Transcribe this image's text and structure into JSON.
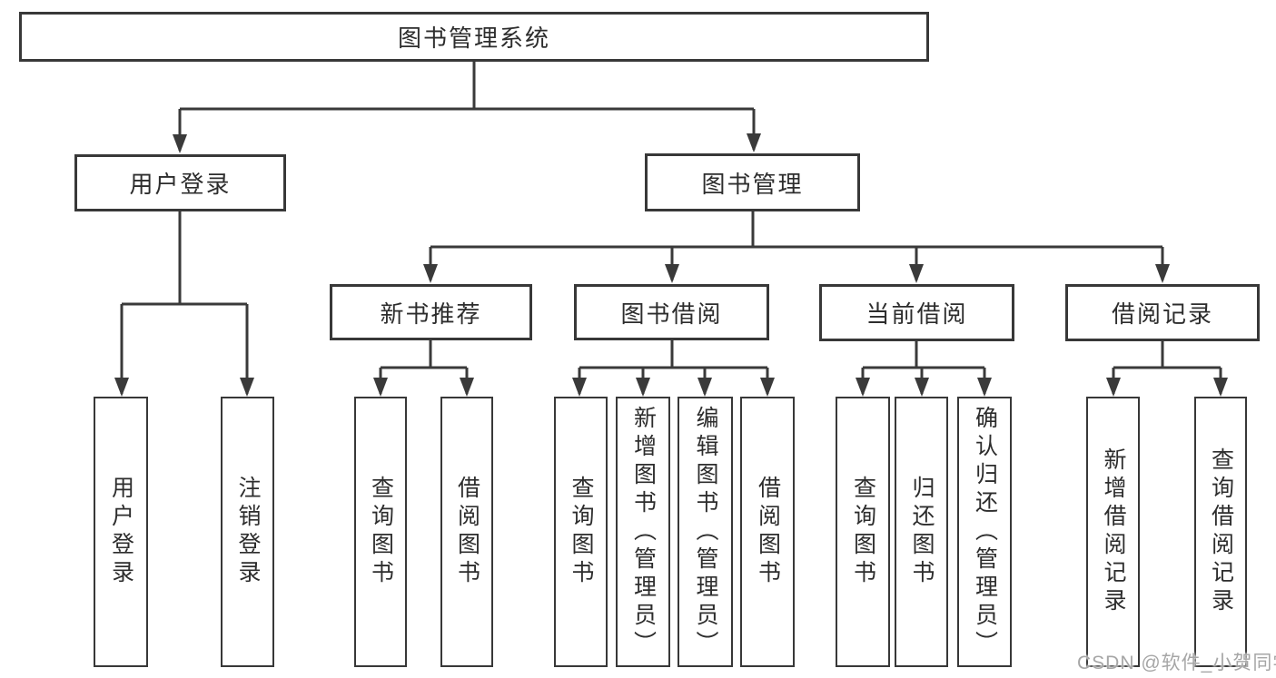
{
  "diagram": {
    "root": {
      "label": "图书管理系统"
    },
    "level2": [
      {
        "label": "用户登录"
      },
      {
        "label": "图书管理"
      }
    ],
    "level3": [
      {
        "label": "新书推荐"
      },
      {
        "label": "图书借阅"
      },
      {
        "label": "当前借阅"
      },
      {
        "label": "借阅记录"
      }
    ],
    "leaves": [
      {
        "label": "用户登录"
      },
      {
        "label": "注销登录"
      },
      {
        "label": "查询图书"
      },
      {
        "label": "借阅图书"
      },
      {
        "label": "查询图书"
      },
      {
        "label": "新增图书（管理员）"
      },
      {
        "label": "编辑图书（管理员）"
      },
      {
        "label": "借阅图书"
      },
      {
        "label": "查询图书"
      },
      {
        "label": "归还图书"
      },
      {
        "label": "确认归还（管理员）"
      },
      {
        "label": "新增借阅记录"
      },
      {
        "label": "查询借阅记录"
      }
    ],
    "watermark": "CSDN @软件_小贺同学",
    "colors": {
      "line": "#3a3a3a",
      "text": "#2d2d2d",
      "watermark": "#a6a6a6",
      "background": "#ffffff"
    }
  }
}
